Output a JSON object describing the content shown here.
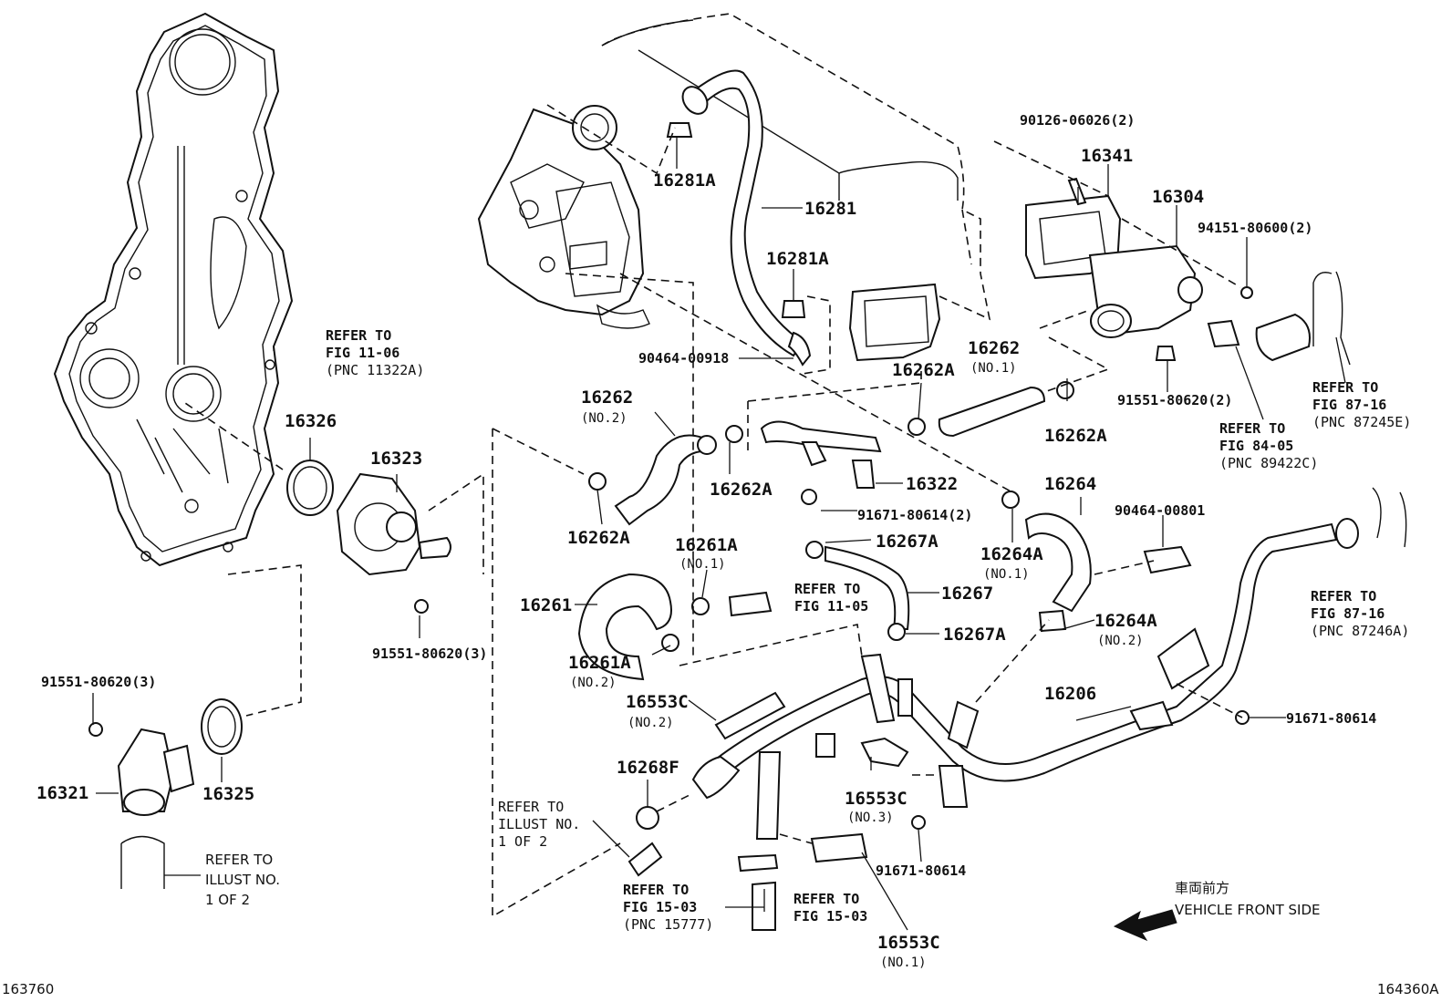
{
  "labels": {
    "p16281A_top": "16281A",
    "p16281": "16281",
    "p16281A_mid": "16281A",
    "p90464_00918": "90464-00918",
    "p90126": "90126-06026(2)",
    "p16341": "16341",
    "p16304": "16304",
    "p94151": "94151-80600(2)",
    "p16262A_r": "16262A",
    "p16262_r": "16262",
    "p16262_r_no": "(NO.1)",
    "p16262A_r2": "16262A",
    "p91551_2": "91551-80620(2)",
    "p16262_l": "16262",
    "p16262_l_no": "(NO.2)",
    "p16262A_l1": "16262A",
    "p16262A_l2": "16262A",
    "p16322": "16322",
    "p91671_2": "91671-80614(2)",
    "p16326": "16326",
    "p16323": "16323",
    "p16264": "16264",
    "p90464_00801": "90464-00801",
    "p16264A_1": "16264A",
    "p16264A_1_no": "(NO.1)",
    "p16267A_1": "16267A",
    "p16261A_1": "16261A",
    "p16261A_1_no": "(NO.1)",
    "p16261": "16261",
    "p16267": "16267",
    "p16267A_2": "16267A",
    "p16264A_2": "16264A",
    "p16264A_2_no": "(NO.2)",
    "p16261A_2": "16261A",
    "p16261A_2_no": "(NO.2)",
    "p91551_3a": "91551-80620(3)",
    "p91551_3b": "91551-80620(3)",
    "p16553C_2": "16553C",
    "p16553C_2_no": "(NO.2)",
    "p16206": "16206",
    "p91671_a": "91671-80614",
    "p16321": "16321",
    "p16325": "16325",
    "p16268F": "16268F",
    "p16553C_3": "16553C",
    "p16553C_3_no": "(NO.3)",
    "p91671_b": "91671-80614",
    "p16553C_1": "16553C",
    "p16553C_1_no": "(NO.1)"
  },
  "refs": {
    "r1106": [
      "REFER TO",
      "FIG 11-06",
      "(PNC 11322A)"
    ],
    "r8716a": [
      "REFER TO",
      "FIG 87-16",
      "(PNC 87245E)"
    ],
    "r8405": [
      "REFER TO",
      "FIG 84-05",
      "(PNC 89422C)"
    ],
    "r1105": [
      "REFER TO",
      "FIG 11-05"
    ],
    "r8716b": [
      "REFER TO",
      "FIG 87-16",
      "(PNC 87246A)"
    ],
    "rIllustMid": [
      "REFER TO",
      "ILLUST NO.",
      "1 OF 2"
    ],
    "rIllustLeft": [
      "REFER TO",
      "ILLUST NO.",
      "1 OF 2"
    ],
    "r1503a": [
      "REFER TO",
      "FIG 15-03",
      "(PNC 15777)"
    ],
    "r1503b": [
      "REFER TO",
      "FIG 15-03"
    ]
  },
  "orientation": {
    "jp": "車両前方",
    "en": "VEHICLE FRONT SIDE"
  },
  "footer": {
    "left_code": "163760",
    "right_code": "164360A"
  }
}
